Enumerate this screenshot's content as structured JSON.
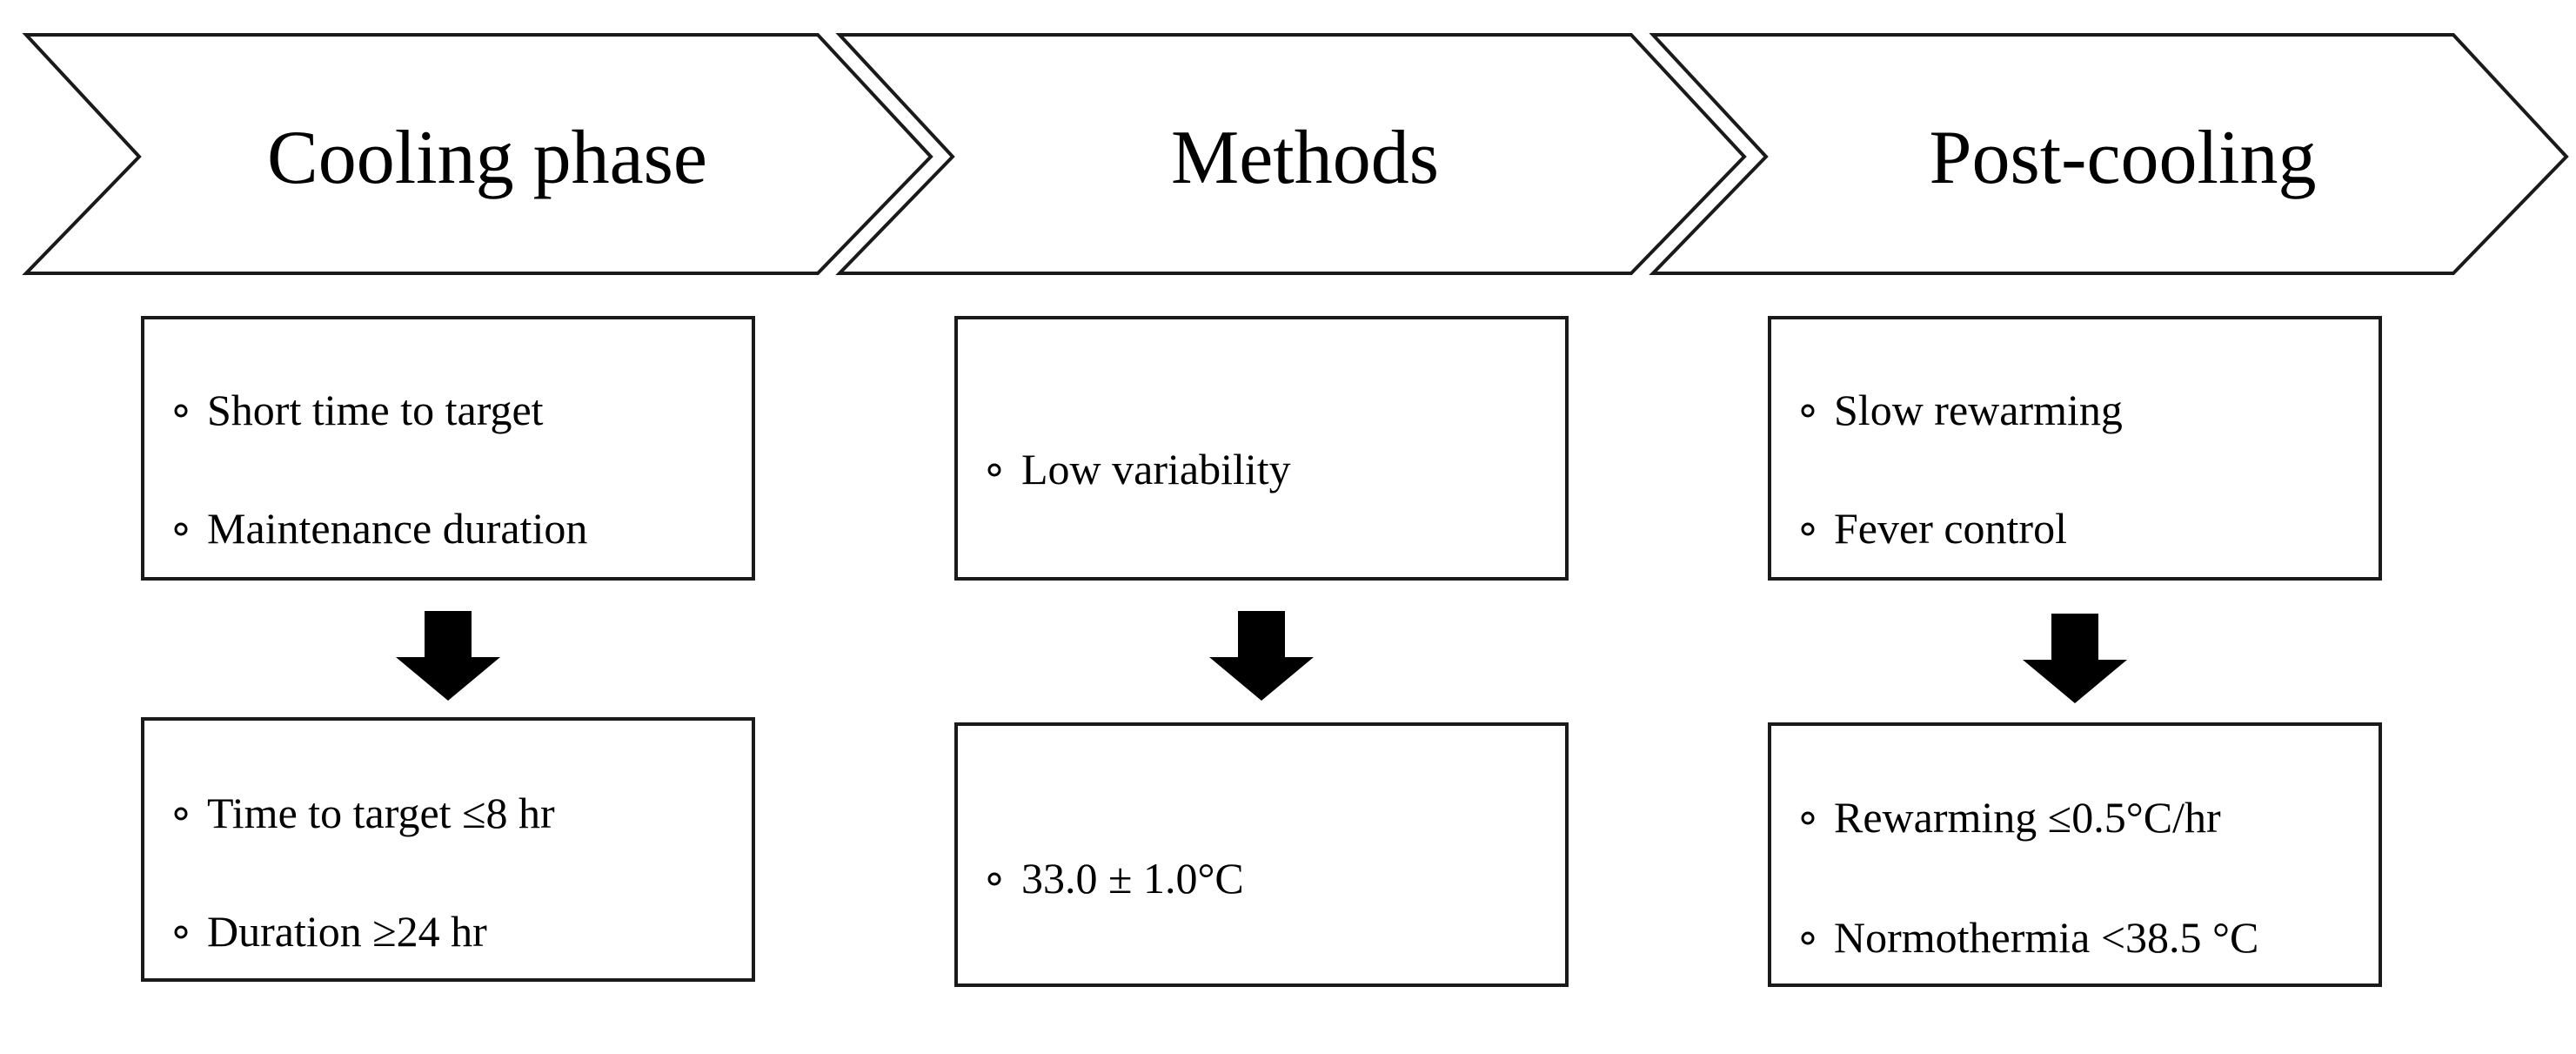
{
  "phases": [
    {
      "title": "Cooling phase",
      "criteria": [
        "Short time to target",
        "Maintenance duration"
      ],
      "targets": [
        "Time to target ≤8 hr",
        "Duration ≥24 hr"
      ]
    },
    {
      "title": "Methods",
      "criteria": [
        "Low variability"
      ],
      "targets": [
        "33.0 ± 1.0°C"
      ]
    },
    {
      "title": "Post-cooling",
      "criteria": [
        "Slow rewarming",
        "Fever control"
      ],
      "targets": [
        "Rewarming ≤0.5°C/hr",
        "Normothermia <38.5 °C"
      ]
    }
  ]
}
